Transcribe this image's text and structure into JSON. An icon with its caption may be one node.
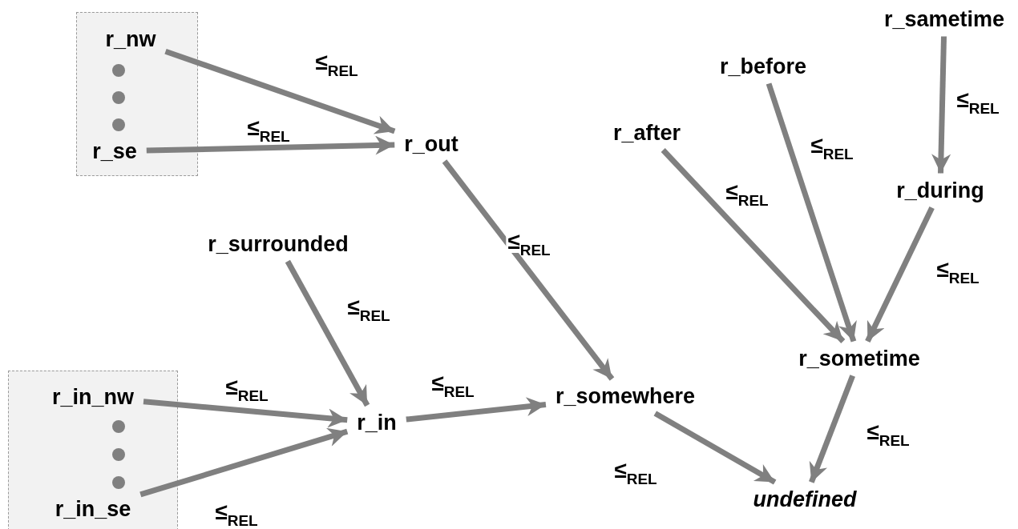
{
  "diagram": {
    "nodes": [
      {
        "text": [],
        "shape": "box"
      },
      {
        "text": [
          "r_nw"
        ],
        "in": 0
      },
      {
        "text": [
          "r_se"
        ],
        "in": 0
      },
      {
        "text": [
          "r_sametime"
        ]
      },
      {
        "text": [
          "r_before"
        ]
      },
      {
        "text": [
          "r_out"
        ]
      },
      {
        "text": [
          "r_after"
        ]
      },
      {
        "text": [
          "r_during"
        ]
      },
      {
        "text": [
          "r_surrounded"
        ]
      },
      {
        "text": [
          "r_sometime"
        ]
      },
      {
        "text": [],
        "shape": "box"
      },
      {
        "text": [
          "r_in_nw"
        ],
        "in": 10
      },
      {
        "text": [
          "r_in_se"
        ],
        "in": 10
      },
      {
        "text": [
          "r_in"
        ]
      },
      {
        "text": [
          "r_somewhere"
        ]
      },
      {
        "text": [
          "undefined"
        ]
      }
    ],
    "edges": [
      {
        "from": 1,
        "to": 5,
        "arrow": "to",
        "label": "≤$_{REL}$"
      },
      {
        "from": 2,
        "to": 5,
        "arrow": "to",
        "label": "≤$_{REL}$"
      },
      {
        "from": 3,
        "to": 7,
        "arrow": "to",
        "label": "≤$_{REL}$"
      },
      {
        "from": 4,
        "to": 9,
        "arrow": "to",
        "label": "≤$_{REL}$"
      },
      {
        "from": 6,
        "to": 9,
        "arrow": "to",
        "label": "≤$_{REL}$"
      },
      {
        "from": 7,
        "to": 9,
        "arrow": "to",
        "label": "≤$_{REL}$"
      },
      {
        "from": 5,
        "to": 14,
        "arrow": "to",
        "label": "≤$_{REL}$"
      },
      {
        "from": 8,
        "to": 13,
        "arrow": "to",
        "label": "≤$_{REL}$"
      },
      {
        "from": 11,
        "to": 13,
        "arrow": "to",
        "label": "≤$_{REL}$"
      },
      {
        "from": 12,
        "to": 13,
        "arrow": "to",
        "label": "≤$_{REL}$"
      },
      {
        "from": 13,
        "to": 14,
        "arrow": "to",
        "label": "≤$_{REL}$"
      },
      {
        "from": 14,
        "to": 15,
        "arrow": "to",
        "label": "≤$_{REL}$"
      },
      {
        "from": 9,
        "to": 15,
        "arrow": "to",
        "label": "≤$_{REL}$"
      }
    ]
  }
}
